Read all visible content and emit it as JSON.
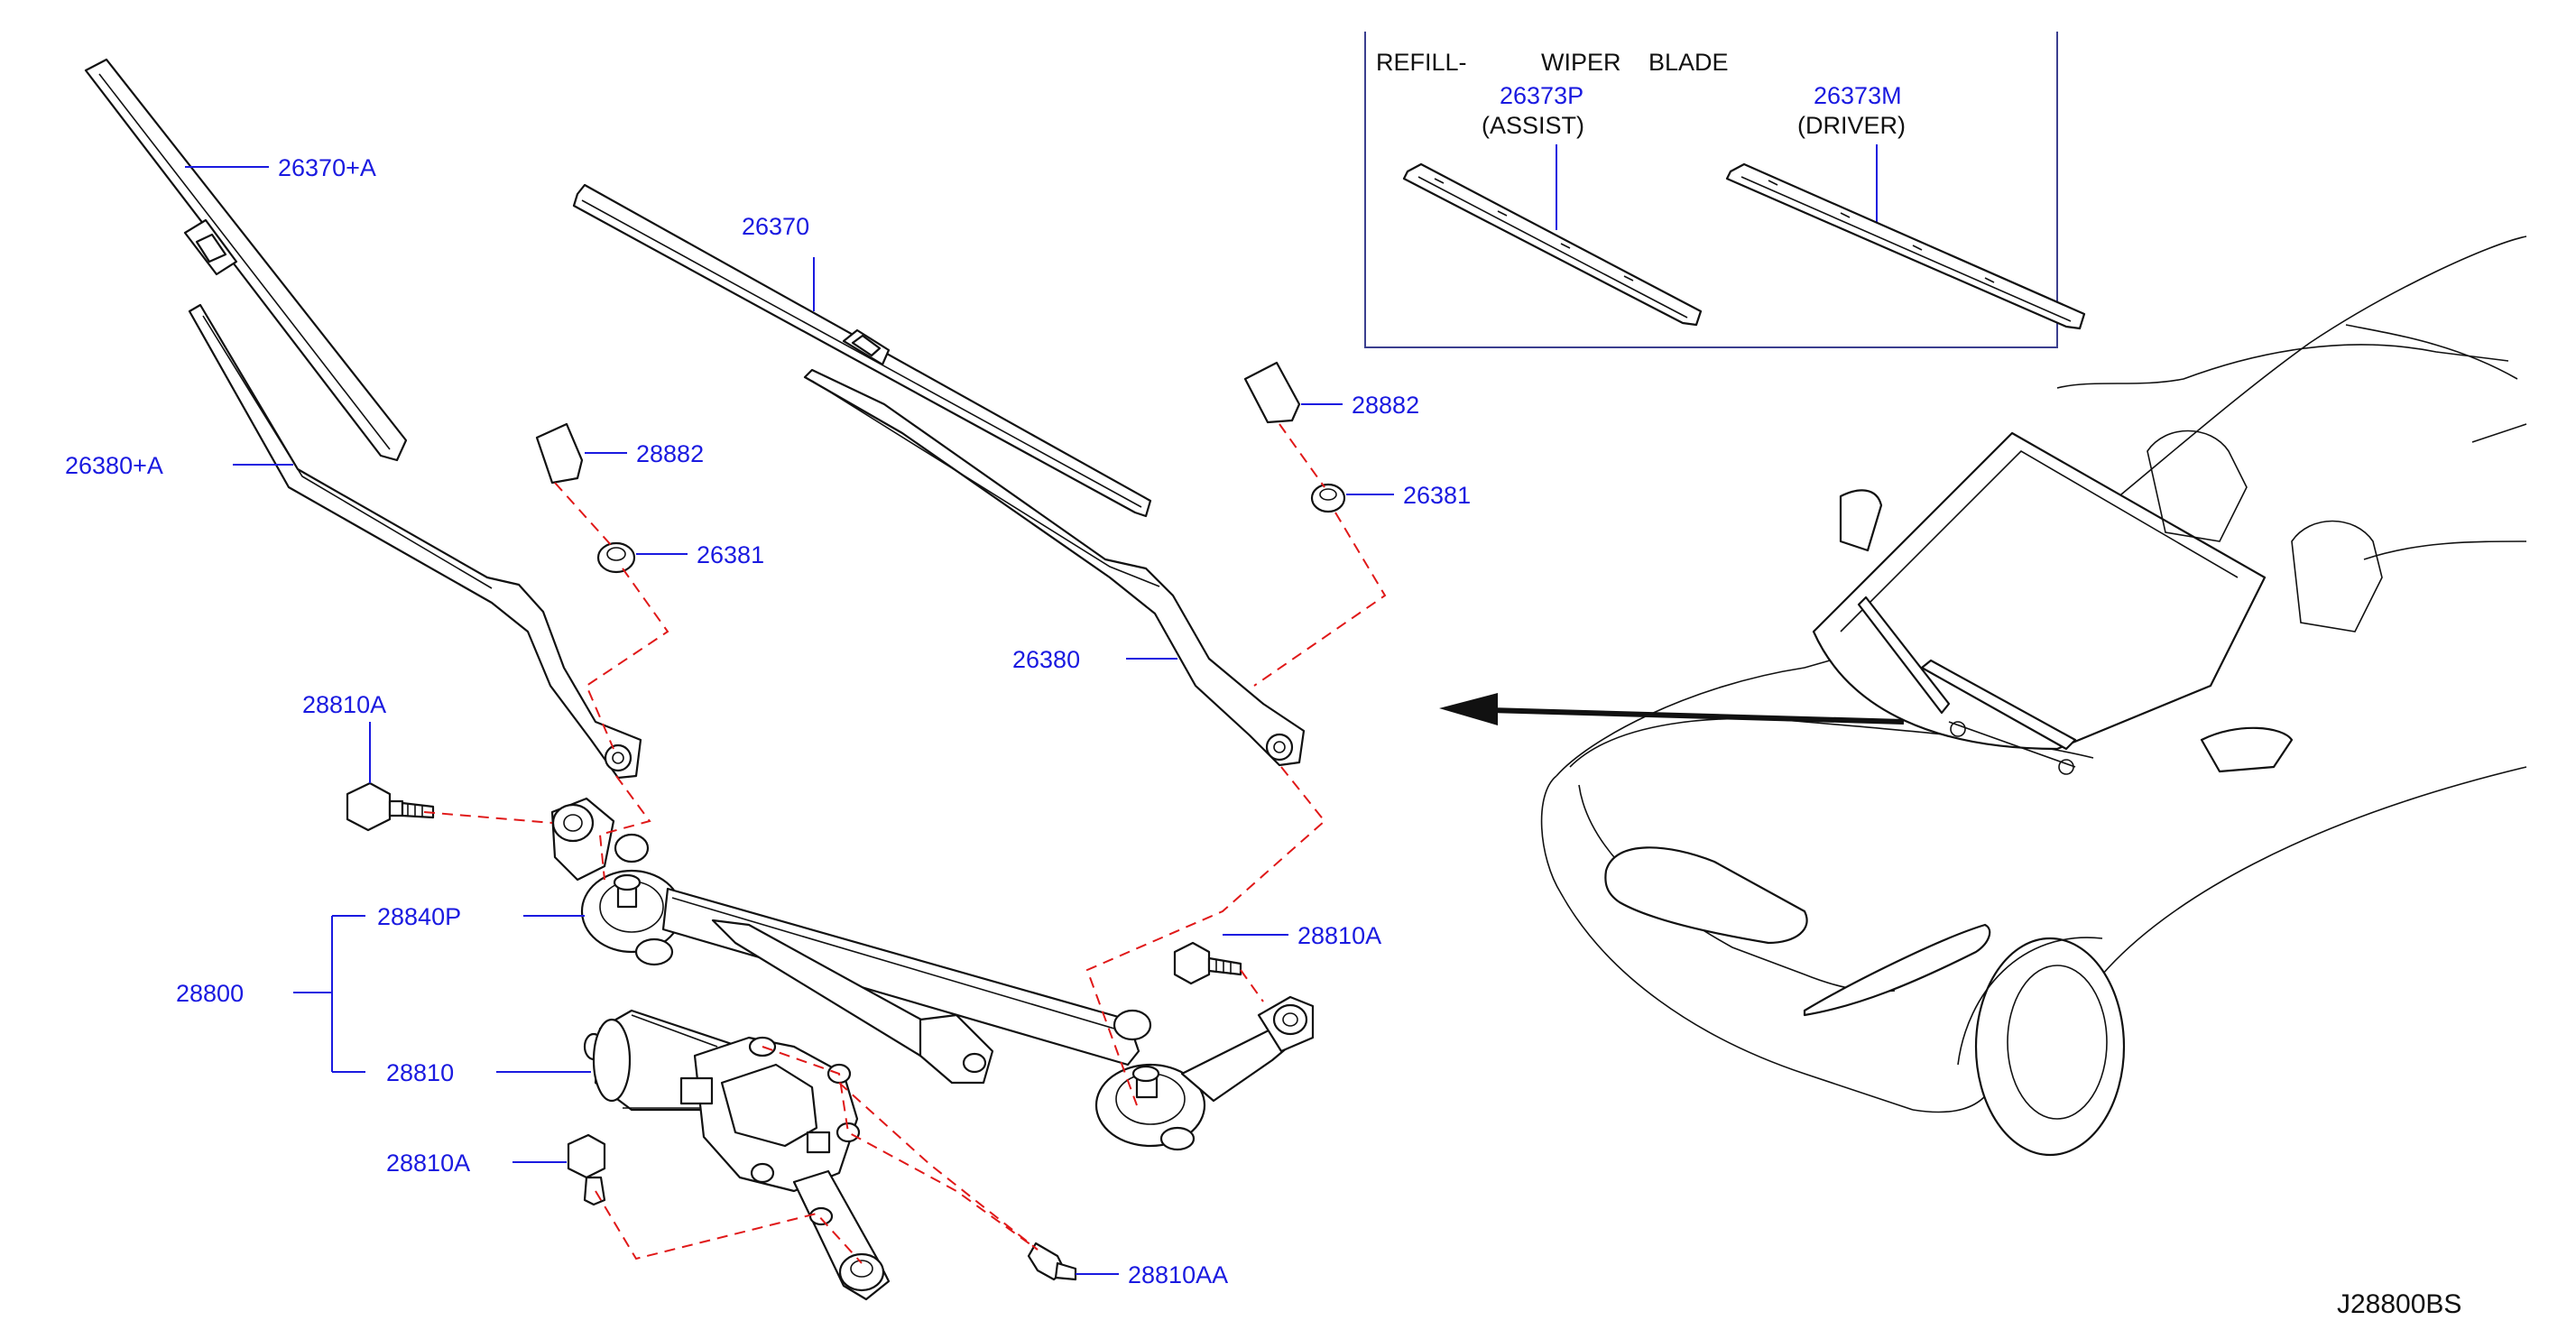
{
  "diagram_code": "J28800BS",
  "inset": {
    "header_refill": "REFILL-",
    "header_wiper": "WIPER",
    "header_blade": "BLADE",
    "assist_part": "26373P",
    "assist_note": "(ASSIST)",
    "driver_part": "26373M",
    "driver_note": "(DRIVER)"
  },
  "labels": {
    "blade_left": "26370+A",
    "arm_left": "26380+A",
    "blade_right": "26370",
    "arm_right": "26380",
    "cap_left": "28882",
    "nut_left": "26381",
    "cap_right": "28882",
    "nut_right": "26381",
    "bolt_top_left": "28810A",
    "bolt_mid_right": "28810A",
    "linkage": "28840P",
    "assembly": "28800",
    "motor": "28810",
    "bolt_bottom_left": "28810A",
    "screw_bottom": "28810AA"
  },
  "colors": {
    "label_blue": "#1a1ae0",
    "dashed_red": "#e01818",
    "line_black": "#111111",
    "inset_frame": "#3b3f8f"
  }
}
